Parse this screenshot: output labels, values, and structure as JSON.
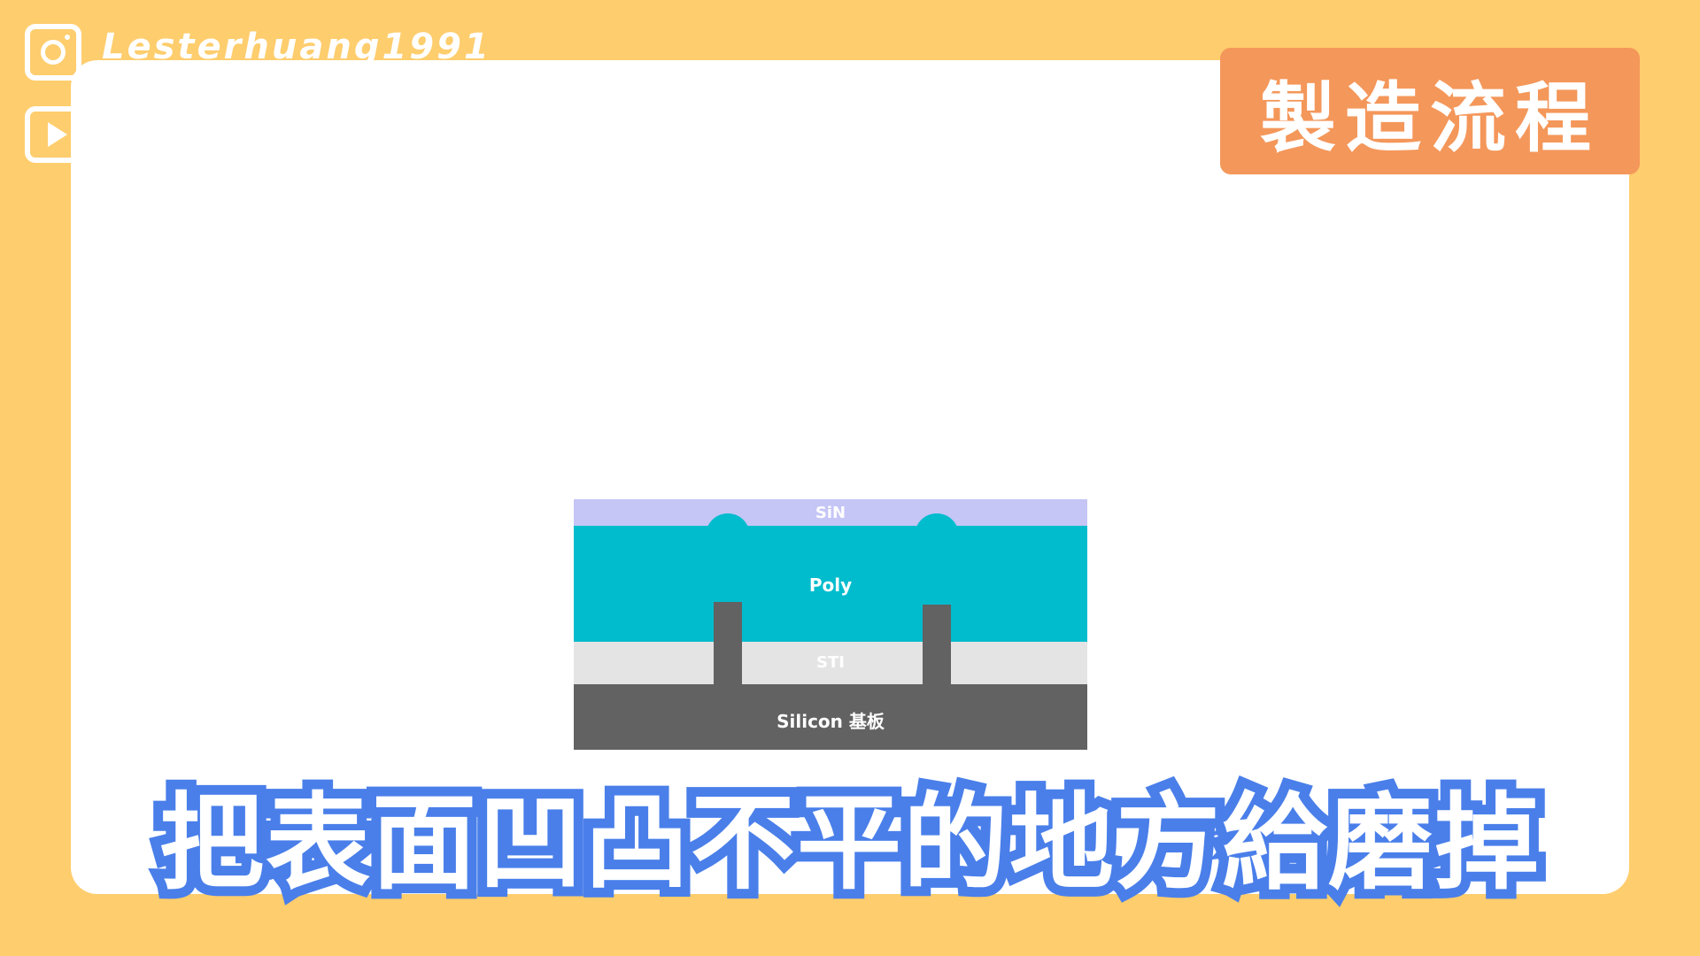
{
  "social": {
    "handle": "Lesterhuang1991",
    "icons": [
      "instagram-icon",
      "youtube-icon"
    ],
    "color": "#ffffff"
  },
  "title_badge": {
    "text": "製造流程",
    "background": "#F4975A"
  },
  "diagram": {
    "layers": {
      "sin": "SiN",
      "poly": "Poly",
      "sti": "STI",
      "silicon": "Silicon 基板"
    },
    "colors": {
      "sin": "#C5C5F6",
      "poly": "#00BCCD",
      "sti": "#E4E4E4",
      "silicon": "#626262"
    }
  },
  "subtitle": {
    "text": "把表面凹凸不平的地方給磨掉",
    "outline": "#4A7FEA"
  },
  "colors": {
    "background": "#FECD6D",
    "panel": "#ffffff"
  }
}
